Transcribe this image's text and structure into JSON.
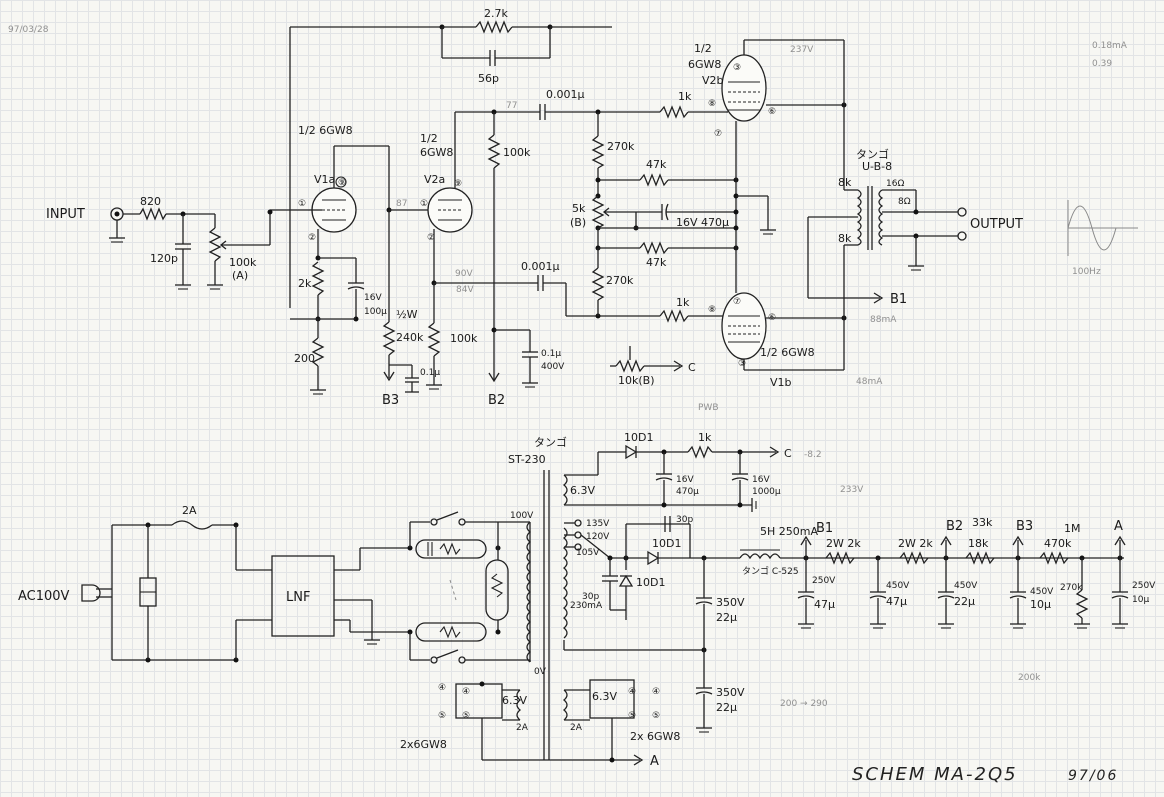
{
  "title": "SCHEM MA-2Q5",
  "date": "97/06",
  "corner_note": "97/03/28",
  "labels": {
    "input": "INPUT",
    "output": "OUTPUT",
    "ac_in": "AC100V",
    "lnf": "LNF"
  },
  "tubes": {
    "v1a_type": "1/2 6GW8",
    "v1a_name": "V1a",
    "v2a_type_a": "1/2",
    "v2a_type_b": "6GW8",
    "v2a_name": "V2a",
    "v2b_type_a": "1/2",
    "v2b_type_b": "6GW8",
    "v2b_name": "V2b",
    "v1b_type": "1/2 6GW8",
    "v1b_name": "V1b"
  },
  "parts": {
    "r_820": "820",
    "c_120p": "120p",
    "vr_100k": "100k",
    "vr_100k_a": "(A)",
    "r_2k": "2k",
    "r_200": "200",
    "c_16v": "16V",
    "c_100u": "100µ",
    "r_half_w": "½W",
    "r_240k": "240k",
    "c_01u_small": "0.1µ",
    "r_100k_v2a": "100k",
    "r_100k_plate": "100k",
    "r_100k_lower": "100k",
    "c_001_top": "0.001µ",
    "c_001_bot": "0.001µ",
    "c_01u_400": "0.1µ",
    "c_400v": "400V",
    "r_27k": "2.7k",
    "c_56p": "56p",
    "r_1k_top": "1k",
    "r_1k_bot": "1k",
    "r_270k_top": "270k",
    "r_270k_bot": "270k",
    "r_47k_top": "47k",
    "r_47k_bot": "47k",
    "vr_5k": "5k",
    "vr_5k_b": "(B)",
    "c_16v_470": "16V 470µ",
    "vr_10k": "10k(B)",
    "ot_maker": "タンゴ",
    "ot_model": "U-B-8",
    "ot_8k_top": "8k",
    "ot_8k_bot": "8k",
    "ot_16": "16Ω",
    "ot_8": "8Ω",
    "b1": "B1",
    "b2": "B2",
    "b3": "B3",
    "c_label": "C",
    "pt_maker": "タンゴ",
    "pt_model": "ST-230",
    "pt_63v": "6.3V",
    "pt_135": "135V",
    "pt_120": "120V",
    "pt_105": "105V",
    "pt_0v": "0V",
    "pt_230ma": "230mA",
    "pt_100v": "100V",
    "d_10d1_top": "10D1",
    "d_10d1_mid": "10D1",
    "d_10d1_low": "10D1",
    "r_1k_heater": "1k",
    "c_16v_470_h": "16V",
    "c_16v_1000": "16V",
    "c_470u_h": "470µ",
    "c_1000u": "1000µ",
    "choke": "5H 250mA",
    "choke_model": "タンゴ C-525",
    "c_350v_top": "350V",
    "c_22u_top": "22µ",
    "c_350v_bot": "350V",
    "c_22u_bot": "22µ",
    "c_30p_a": "30p",
    "c_30p_b": "30p",
    "r_2w_2k_a": "2W 2k",
    "r_2w_2k_b": "2W 2k",
    "r_18k": "18k",
    "r_33k": "33k",
    "r_1m": "1M",
    "r_470k": "470k",
    "c_b1_v": "250V",
    "c_b1_u": "47µ",
    "c_b1b_v": "450V",
    "c_b1b_u": "47µ",
    "c_b2_v": "450V",
    "c_b2_u": "22µ",
    "c_b3_v": "450V",
    "c_b3_u": "10µ",
    "c_a_v": "250V",
    "c_a_u": "10µ",
    "r_270k_b3": "270k",
    "fuse": "2A",
    "heater_63_a": "6.3V",
    "heater_2a_a": "2A",
    "heater_63_b": "6.3V",
    "heater_2a_b": "2A",
    "heaters_l": "2x6GW8",
    "heaters_r": "2x 6GW8",
    "a_label": "A"
  },
  "pencil_notes": {
    "n_237": "237V",
    "n_84": "84V",
    "n_80ma": "88mA",
    "n_48ma": "48mA",
    "n_100hz": "100Hz",
    "n_pwb": "PWB",
    "n_e20": "-8.2",
    "n_018": "0.18mA",
    "n_039": "0.39",
    "n_233": "233V",
    "n_200": "200 → 290",
    "n_200k": "200k"
  }
}
